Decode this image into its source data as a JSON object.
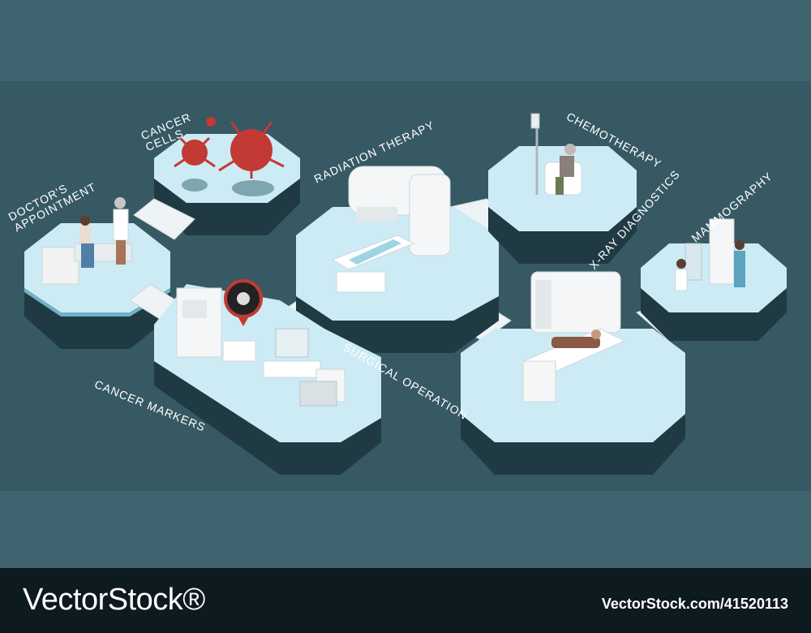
{
  "labels": {
    "cancer_cells": "CANCER\nCELLS",
    "doctors_appointment": "DOCTOR'S\nAPPOINTMENT",
    "radiation_therapy": "RADIATION THERAPY",
    "chemotherapy": "CHEMOTHERAPY",
    "xray_diagnostics": "X-RAY DIAGNOSTICS",
    "mammography": "MAMMOGRAPHY",
    "surgical_operation": "SURGICAL OPERATION",
    "cancer_markers": "CANCER MARKERS"
  },
  "footer": {
    "brand": "VectorStock®",
    "url": "VectorStock.com/41520113"
  },
  "colors": {
    "background": "#3f6470",
    "band": "#365963",
    "platform_top": "#cdebf4",
    "platform_side": "#1f3a42",
    "virus": "#c23a33",
    "footer": "#0d1a20"
  }
}
